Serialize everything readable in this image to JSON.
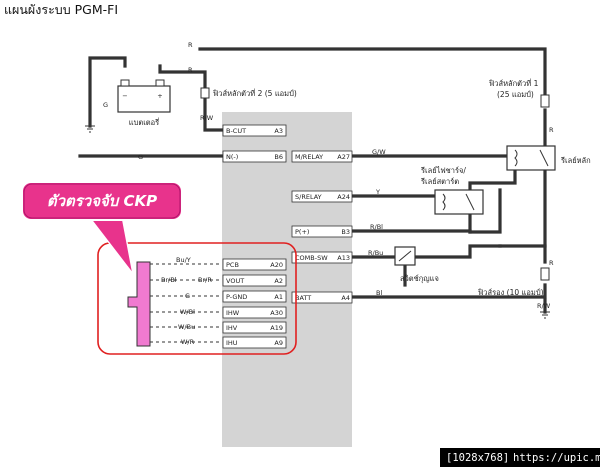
{
  "title": "แผนผังระบบ PGM-FI",
  "callout": {
    "text": "ตัวตรวจจับ CKP",
    "color": "#e8338c"
  },
  "components": {
    "battery": "แบตเตอรี่",
    "main_fuse_2": "ฟิวส์หลักตัวที่ 2 (5 แอมป์)",
    "main_fuse_1": "ฟิวส์หลักตัวที่ 1",
    "main_fuse_1_rating": "(25 แอมป์)",
    "main_relay": "รีเลย์หลัก",
    "charge_relay_1": "รีเลย์ไฟชาร์จ/",
    "charge_relay_2": "รีเลย์สตาร์ต",
    "ignition_switch": "สวิตช์กุญแจ",
    "sub_fuse": "ฟิวส์รอง (10 แอมป์)"
  },
  "ecu_left_pins": [
    {
      "name": "B-CUT",
      "pin": "A3"
    },
    {
      "name": "N(-)",
      "pin": "B6"
    },
    {
      "name": "PCB",
      "pin": "A20"
    },
    {
      "name": "VOUT",
      "pin": "A2"
    },
    {
      "name": "P-GND",
      "pin": "A1"
    },
    {
      "name": "IHW",
      "pin": "A30"
    },
    {
      "name": "IHV",
      "pin": "A19"
    },
    {
      "name": "IHU",
      "pin": "A9"
    }
  ],
  "ecu_right_pins": [
    {
      "name": "M/RELAY",
      "pin": "A27"
    },
    {
      "name": "S/RELAY",
      "pin": "A24"
    },
    {
      "name": "P(+)",
      "pin": "B3"
    },
    {
      "name": "COMB-SW",
      "pin": "A13"
    },
    {
      "name": "BATT",
      "pin": "A4"
    }
  ],
  "wire_colors": {
    "left_pcb": "Bu/Y",
    "left_vout_a": "Br/Bl",
    "left_vout_b": "Br/R",
    "left_pgnd": "G",
    "left_ihw": "W/Bl",
    "left_ihv": "W/Bu",
    "left_ihu": "W/R",
    "ncut": "G",
    "batt_ground": "G",
    "r1": "R",
    "r2": "R",
    "rw_fuse2": "R/W",
    "mrelay": "G/W",
    "srelay": "Y",
    "pplus": "R/Bl",
    "combsw": "R/Bu",
    "batt": "Bl",
    "fuse1_r": "R",
    "subfuse_r": "R",
    "subfuse_rw": "R/W"
  },
  "footer": "[1028x768]",
  "footer_url": "https://upic.me/"
}
